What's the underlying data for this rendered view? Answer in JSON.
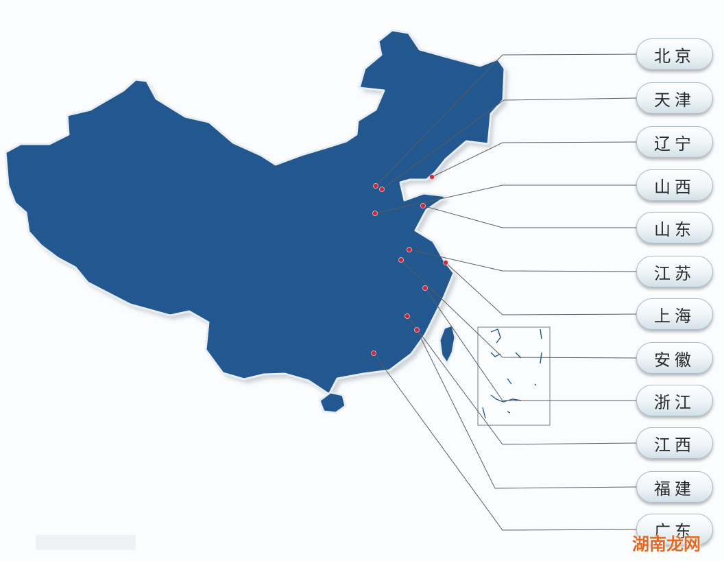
{
  "map": {
    "colors": {
      "land": "#22578f",
      "land_edge": "#e9eef3",
      "shadow": "#a9b3bc",
      "marker": "#c42a3c",
      "leader_line": "#5c5c5c",
      "inset_frame": "#8a8f94"
    }
  },
  "regions": [
    {
      "id": "beijing",
      "label": "北京"
    },
    {
      "id": "tianjin",
      "label": "天津"
    },
    {
      "id": "liaoning",
      "label": "辽宁"
    },
    {
      "id": "shanxi",
      "label": "山西"
    },
    {
      "id": "shandong",
      "label": "山东"
    },
    {
      "id": "jiangsu",
      "label": "江苏"
    },
    {
      "id": "shanghai",
      "label": "上海"
    },
    {
      "id": "anhui",
      "label": "安徽"
    },
    {
      "id": "zhejiang",
      "label": "浙江"
    },
    {
      "id": "jiangxi",
      "label": "江西"
    },
    {
      "id": "fujian",
      "label": "福建"
    },
    {
      "id": "guangdong",
      "label": "广东"
    }
  ],
  "watermark": {
    "text": "湖南龙网"
  }
}
